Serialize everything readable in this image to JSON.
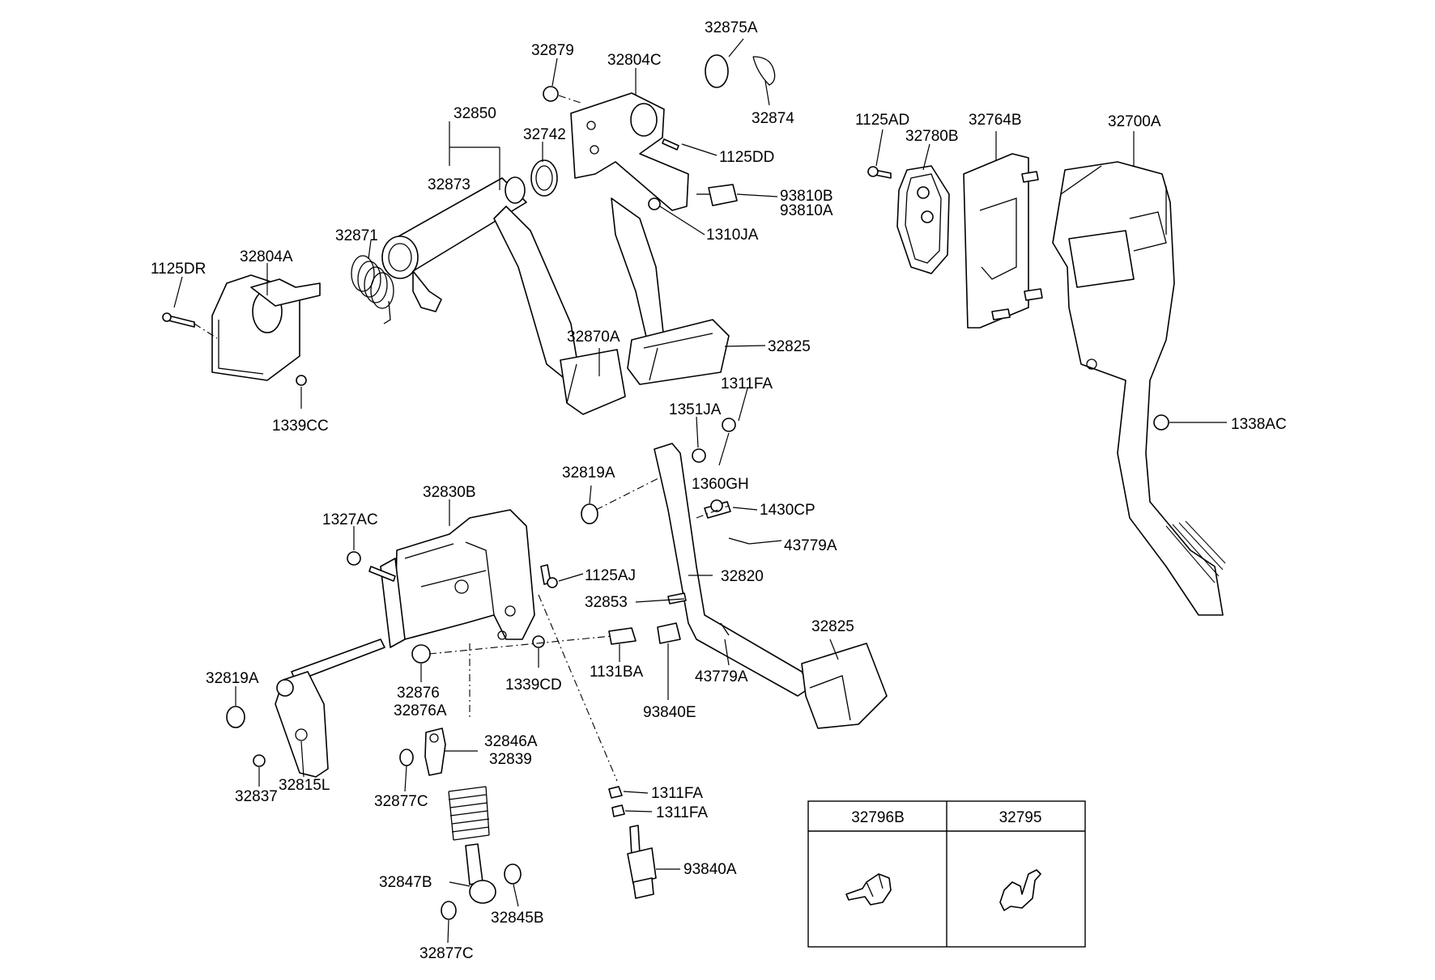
{
  "labels": {
    "p32875A": "32875A",
    "p32879": "32879",
    "p32804C": "32804C",
    "p32874": "32874",
    "p32850": "32850",
    "p32742": "32742",
    "p1125DD": "1125DD",
    "p32873": "32873",
    "p93810B": "93810B",
    "p93810A": "93810A",
    "p1310JA": "1310JA",
    "p32871": "32871",
    "p32804A": "32804A",
    "p1125DR": "1125DR",
    "p32870A": "32870A",
    "p32825_top": "32825",
    "p1339CC": "1339CC",
    "p1311FA_top": "1311FA",
    "p1351JA": "1351JA",
    "p1360GH": "1360GH",
    "p32819A_top": "32819A",
    "p32830B": "32830B",
    "p1327AC": "1327AC",
    "p1430CP": "1430CP",
    "p43779A_top": "43779A",
    "p1125AJ": "1125AJ",
    "p32820": "32820",
    "p32853": "32853",
    "p32825_bottom": "32825",
    "p32819A_left": "32819A",
    "p1131BA": "1131BA",
    "p1339CD": "1339CD",
    "p43779A_bottom": "43779A",
    "p32876": "32876",
    "p32876A": "32876A",
    "p93840E": "93840E",
    "p32846A": "32846A",
    "p32839": "32839",
    "p32815L": "32815L",
    "p32837": "32837",
    "p32877C_top": "32877C",
    "p1311FA_mid1": "1311FA",
    "p1311FA_mid2": "1311FA",
    "p93840A": "93840A",
    "p32847B": "32847B",
    "p32845B": "32845B",
    "p32877C_bottom": "32877C",
    "p1125AD": "1125AD",
    "p32780B": "32780B",
    "p32764B": "32764B",
    "p32700A": "32700A",
    "p1338AC": "1338AC"
  },
  "inset_table": {
    "col1": "32796B",
    "col2": "32795"
  }
}
